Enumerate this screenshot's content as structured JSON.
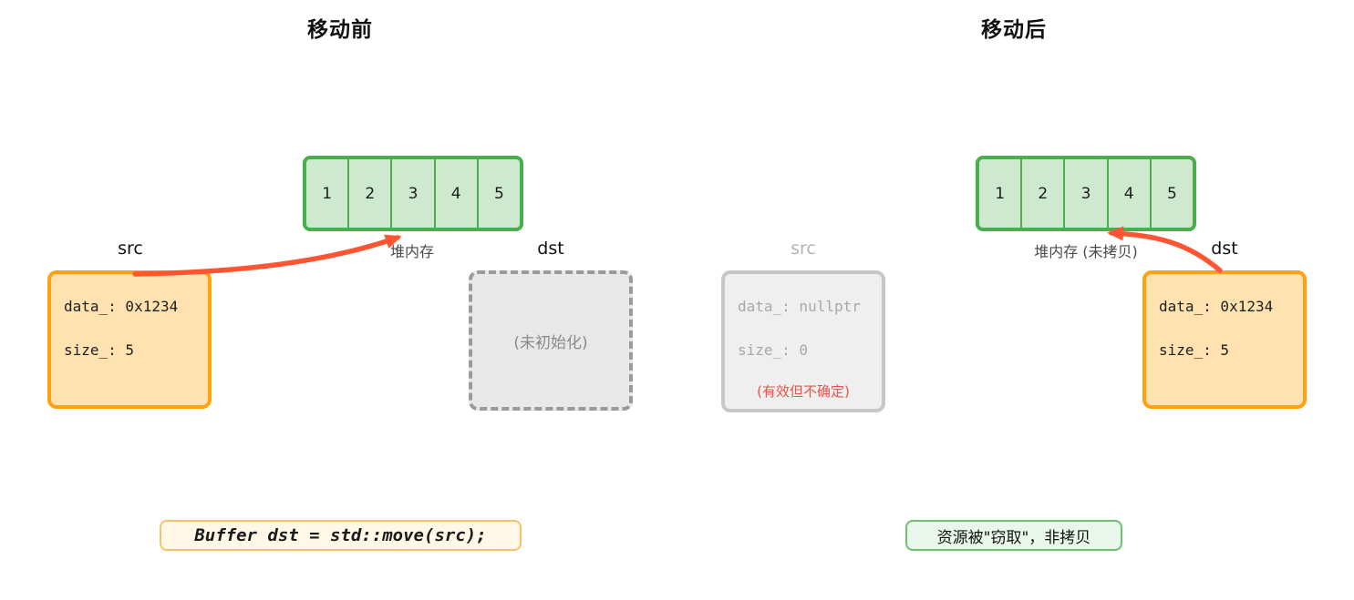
{
  "before": {
    "title": "移动前",
    "array": {
      "cells": [
        "1",
        "2",
        "3",
        "4",
        "5"
      ],
      "label": "堆内存"
    },
    "src": {
      "label": "src",
      "fields": [
        "data_: 0x1234",
        "size_: 5"
      ]
    },
    "dst": {
      "label": "dst",
      "placeholder": "(未初始化)"
    },
    "code": "Buffer dst = std::move(src);"
  },
  "after": {
    "title": "移动后",
    "array": {
      "cells": [
        "1",
        "2",
        "3",
        "4",
        "5"
      ],
      "label": "堆内存 (未拷贝)"
    },
    "src": {
      "label": "src",
      "fields": [
        "data_: nullptr",
        "size_: 0"
      ],
      "note": "(有效但不确定)"
    },
    "dst": {
      "label": "dst",
      "fields": [
        "data_: 0x1234",
        "size_: 5"
      ]
    },
    "note": "资源被\"窃取\"，非拷贝"
  },
  "colors": {
    "green_border": "#4aad4e",
    "green_fill": "#cde9ce",
    "orange_border": "#ffa113",
    "orange_fill": "#ffe2b0",
    "dashed_gray_border": "#9a9a9a",
    "dashed_gray_fill": "#e8e8e8",
    "moved_gray_border": "#c7c7c7",
    "moved_gray_fill": "#efefef",
    "moved_gray_text": "#a8a8a8",
    "warning_red": "#e8534a",
    "arrow": "#ff5533",
    "code_border": "#f7c266",
    "code_fill": "#fff8e6",
    "note_border": "#6fbf73",
    "note_fill": "#e9f6ea"
  }
}
